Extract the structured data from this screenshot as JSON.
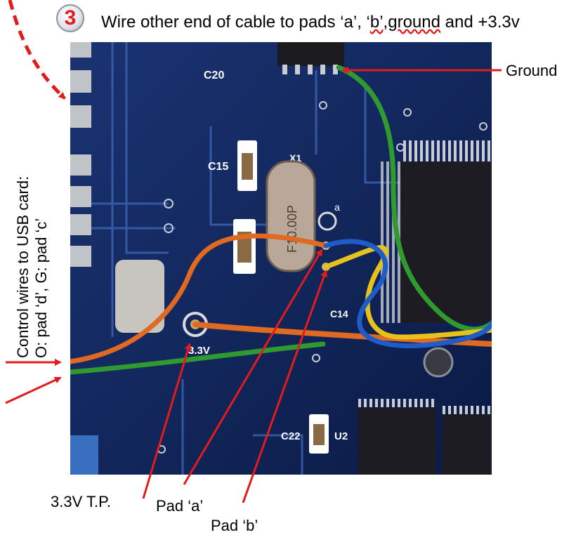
{
  "header": {
    "step_number": "3",
    "title_before": "Wire other end of cable to pads ‘a’, ‘",
    "title_underlined": "b’,ground",
    "title_after": " and +3.3v"
  },
  "side_note": {
    "line1": "Control wires to USB card:",
    "line2": "O: pad ‘d’, G: pad ‘c’"
  },
  "callouts": {
    "ground": "Ground",
    "tp": "3.3V  T.P.",
    "pad_a": "Pad ‘a’",
    "pad_b": "Pad ‘b’"
  },
  "board_labels": {
    "c20": "C20",
    "c15": "C15",
    "x1": "X1",
    "c14": "C14",
    "c22": "C22",
    "u2": "U2",
    "crystal": "F10.00P",
    "tp33": "3.3V",
    "silk_a": "a"
  },
  "colors": {
    "accent_arrow": "#e31b1b",
    "pcb": "#12275c",
    "wire_green": "#2f9a2f",
    "wire_yellow": "#e6c21a",
    "wire_blue": "#1f5cc8",
    "wire_orange": "#e06a22"
  }
}
